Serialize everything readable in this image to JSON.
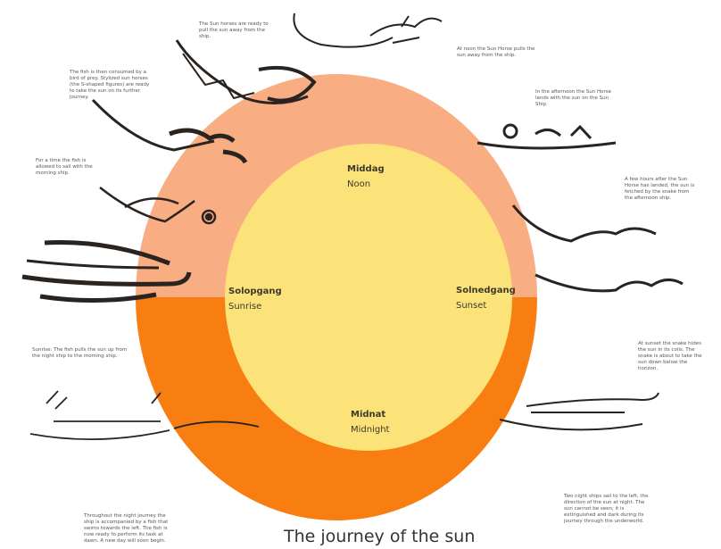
{
  "title": "The journey of the sun",
  "directions": {
    "noon": {
      "primary": "Middag",
      "secondary": "Noon"
    },
    "sunrise": {
      "primary": "Solopgang",
      "secondary": "Sunrise"
    },
    "sunset": {
      "primary": "Solnedgang",
      "secondary": "Sunset"
    },
    "midnight": {
      "primary": "Midnat",
      "secondary": "Midnight"
    }
  },
  "notes": {
    "horses": "The Sun horses are ready to pull the sun away from the ship.",
    "noon_horse": "At noon the Sun Horse pulls the sun away from the ship.",
    "fish_bird": "The fish is then consumed by a bird of prey. Stylized sun horses (the S-shaped figures) are ready to take the sun on its further journey.",
    "afternoon_ship": "In the afternoon the Sun Horse lands with the sun on the Sun Ship.",
    "fish_sail": "For a time the fish is allowed to sail with the morning ship.",
    "snake_fetch": "A few hours after the Sun Horse has landed, the sun is fetched by the snake from the afternoon ship.",
    "sunrise_fish": "Sunrise: The fish pulls the sun up from the night ship to the morning ship.",
    "snake_sunset": "At sunset the snake hides the sun in its coils. The snake is about to take the sun down below the horizon.",
    "night_journey": "Throughout the night journey the ship is accompanied by a fish that swims towards the left. The fish is now ready to perform its task at dawn. A new day will soon begin.",
    "night_ships": "Two night ships sail to the left, the direction of the sun at night. The sun cannot be seen; it is extinguished and dark during its journey through the underworld."
  },
  "colors": {
    "day_ring": "#f9ad83",
    "night_ring": "#f97e12",
    "sun": "#fbe37a",
    "engraving": "#2a2420"
  },
  "icons": [
    "ship-icon",
    "sun-horse-icon",
    "fish-icon",
    "snake-icon",
    "bird-icon"
  ]
}
